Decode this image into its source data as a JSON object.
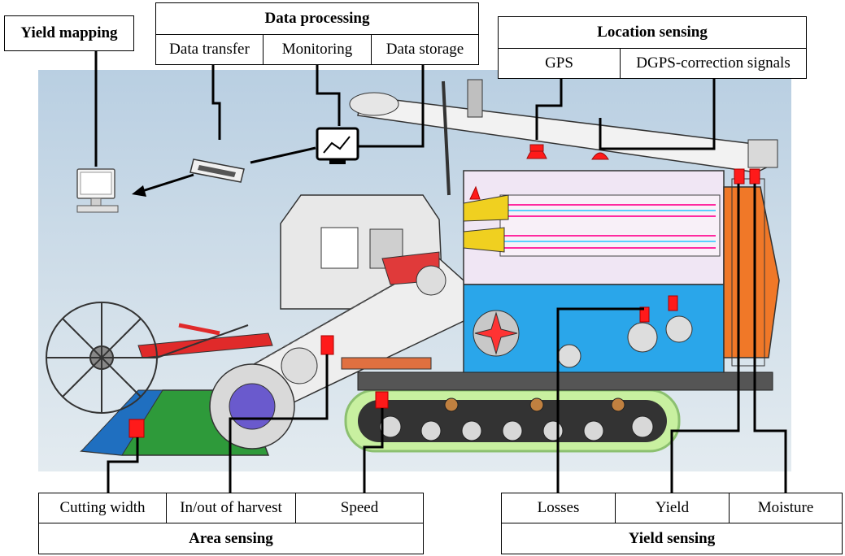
{
  "yield_mapping": {
    "title": "Yield mapping"
  },
  "data_processing": {
    "title": "Data processing",
    "items": [
      "Data transfer",
      "Monitoring",
      "Data storage"
    ]
  },
  "location_sensing": {
    "title": "Location sensing",
    "items": [
      "GPS",
      "DGPS-correction signals"
    ]
  },
  "area_sensing": {
    "title": "Area sensing",
    "items": [
      "Cutting width",
      "In/out of harvest",
      "Speed"
    ]
  },
  "yield_sensing": {
    "title": "Yield sensing",
    "items": [
      "Losses",
      "Yield",
      "Moisture"
    ]
  },
  "colors": {
    "sensor": "#ff1a1a",
    "background": "#c8d8e6",
    "track": "#c8f0a0",
    "engine_blue": "#1e9be0",
    "hopper_orange": "#f07828",
    "feeder_green": "#2e9a3a"
  },
  "icons": [
    "computer-monitor-icon",
    "data-logger-icon",
    "monitoring-screen-icon",
    "gps-antenna-icon"
  ]
}
